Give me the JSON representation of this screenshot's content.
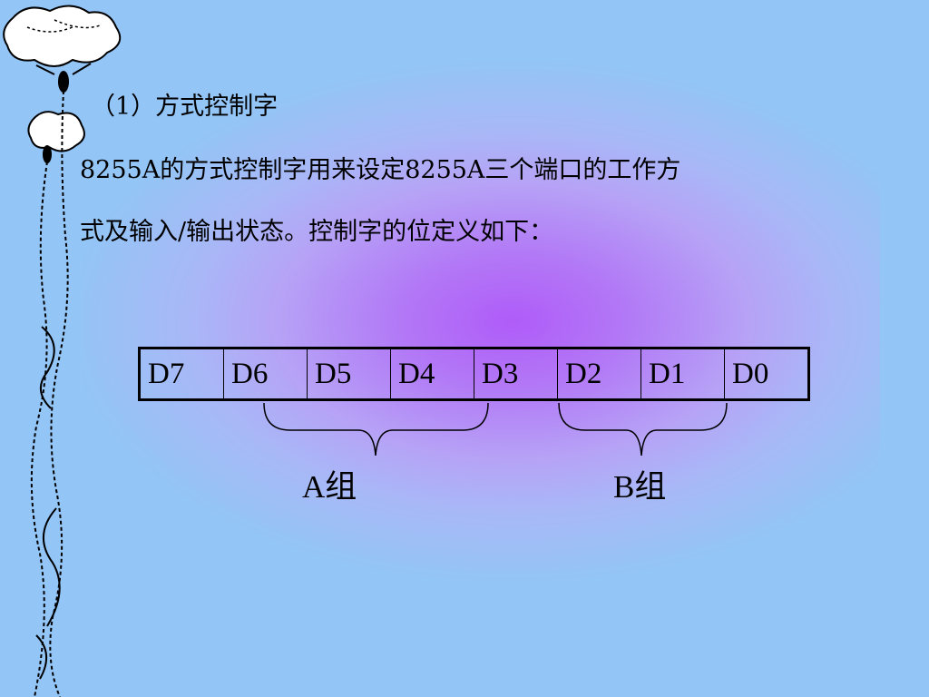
{
  "slide": {
    "heading": "（1）方式控制字",
    "paragraph_line1": "8255A的方式控制字用来设定8255A三个端口的工作方",
    "paragraph_line2": "式及输入/输出状态。控制字的位定义如下："
  },
  "register": {
    "bits": [
      "D7",
      "D6",
      "D5",
      "D4",
      "D3",
      "D2",
      "D1",
      "D0"
    ]
  },
  "groups": {
    "a_label": "A组",
    "b_label": "B组"
  },
  "colors": {
    "background": "#93c5f6",
    "glow_center": "#b05cf8",
    "ink": "#000000"
  },
  "decoration": {
    "left_border_icon": "flower-vine-icon"
  }
}
